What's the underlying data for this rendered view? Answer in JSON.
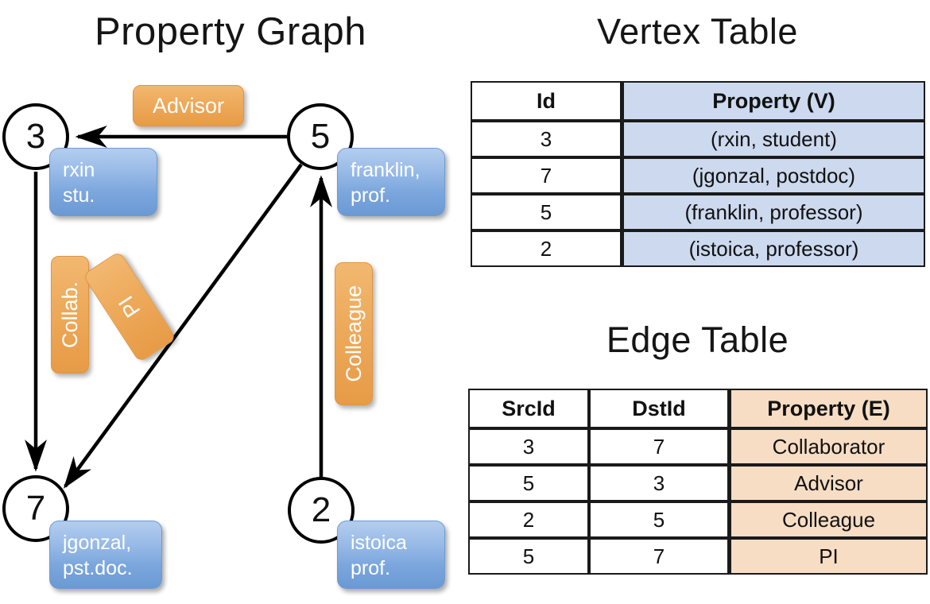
{
  "titles": {
    "property_graph": "Property Graph",
    "vertex_table": "Vertex Table",
    "edge_table": "Edge Table"
  },
  "colors": {
    "vertex_table_fill": "#ccd9ee",
    "edge_table_fill": "#f7ddc3",
    "vertex_callout_blue": "#7ca7dd",
    "edge_callout_orange": "#eeab5d",
    "stroke": "#000000"
  },
  "graph": {
    "nodes": [
      {
        "id": "3",
        "label": "3",
        "property_line1": "rxin",
        "property_line2": "stu."
      },
      {
        "id": "5",
        "label": "5",
        "property_line1": "franklin,",
        "property_line2": "prof."
      },
      {
        "id": "7",
        "label": "7",
        "property_line1": "jgonzal,",
        "property_line2": "pst.doc."
      },
      {
        "id": "2",
        "label": "2",
        "property_line1": "istoica",
        "property_line2": "prof."
      }
    ],
    "edge_labels": [
      {
        "name": "advisor",
        "text": "Advisor",
        "orientation": "horizontal"
      },
      {
        "name": "collab",
        "text": "Collab.",
        "orientation": "vertical"
      },
      {
        "name": "pi",
        "text": "PI",
        "orientation": "diagonal"
      },
      {
        "name": "colleague",
        "text": "Colleague",
        "orientation": "vertical"
      }
    ],
    "edges": [
      {
        "src": "5",
        "dst": "3",
        "label": "Advisor"
      },
      {
        "src": "3",
        "dst": "7",
        "label": "Collab."
      },
      {
        "src": "5",
        "dst": "7",
        "label": "PI"
      },
      {
        "src": "2",
        "dst": "5",
        "label": "Colleague"
      }
    ]
  },
  "vertex_table": {
    "headers": [
      "Id",
      "Property (V)"
    ],
    "rows": [
      {
        "id": "3",
        "property": "(rxin, student)"
      },
      {
        "id": "7",
        "property": "(jgonzal, postdoc)"
      },
      {
        "id": "5",
        "property": "(franklin, professor)"
      },
      {
        "id": "2",
        "property": "(istoica, professor)"
      }
    ]
  },
  "edge_table": {
    "headers": [
      "SrcId",
      "DstId",
      "Property (E)"
    ],
    "rows": [
      {
        "src": "3",
        "dst": "7",
        "property": "Collaborator"
      },
      {
        "src": "5",
        "dst": "3",
        "property": "Advisor"
      },
      {
        "src": "2",
        "dst": "5",
        "property": "Colleague"
      },
      {
        "src": "5",
        "dst": "7",
        "property": "PI"
      }
    ]
  }
}
